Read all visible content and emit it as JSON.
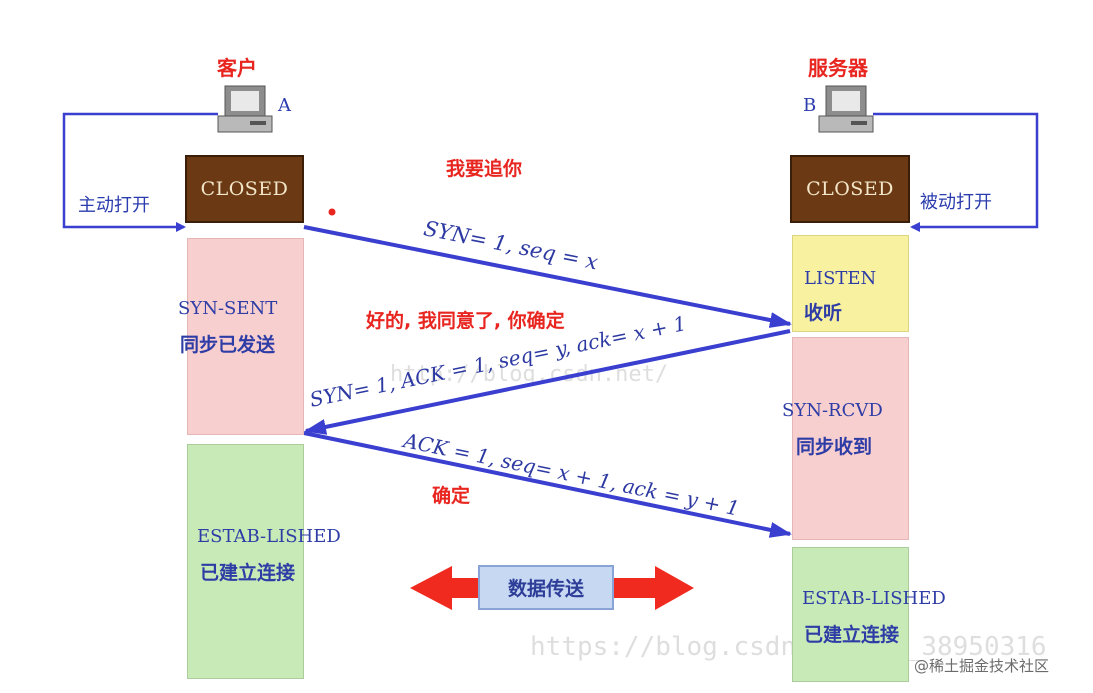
{
  "client": {
    "title": "客户",
    "host_label": "A",
    "open_label": "主动打开",
    "closed": "CLOSED"
  },
  "server": {
    "title": "服务器",
    "host_label": "B",
    "open_label": "被动打开",
    "closed": "CLOSED"
  },
  "client_states": {
    "syn_sent": {
      "en": "SYN-SENT",
      "cn": "同步已发送"
    },
    "established": {
      "en": "ESTAB-LISHED",
      "cn": "已建立连接"
    }
  },
  "server_states": {
    "listen": {
      "en": "LISTEN",
      "cn": "收听"
    },
    "syn_rcvd": {
      "en": "SYN-RCVD",
      "cn": "同步收到"
    },
    "established": {
      "en": "ESTAB-LISHED",
      "cn": "已建立连接"
    }
  },
  "messages": {
    "first": {
      "text": "SYN= 1, seq = x",
      "note": "我要追你"
    },
    "second": {
      "text": "SYN= 1, ACK = 1, seq= y, ack= x + 1",
      "note": "好的, 我同意了, 你确定"
    },
    "third": {
      "text": "ACK = 1, seq= x + 1, ack = y + 1",
      "note": "确定"
    }
  },
  "data_transfer": "数据传送",
  "watermarks": {
    "middle": "http://blog.csdn.net/",
    "bottom": "https://blog.csdn.net/qq_38950316",
    "corner": "@稀土掘金技术社区"
  },
  "colors": {
    "arrow_blue": "#3a3fd0",
    "closed_brown": "#6b3a15",
    "syn_pink": "#f8cfcf",
    "listen_yellow": "#f8f2a0",
    "established_green": "#c7eab7",
    "data_arrow_red": "#f02a1e",
    "annotation_red": "#e8251f"
  }
}
